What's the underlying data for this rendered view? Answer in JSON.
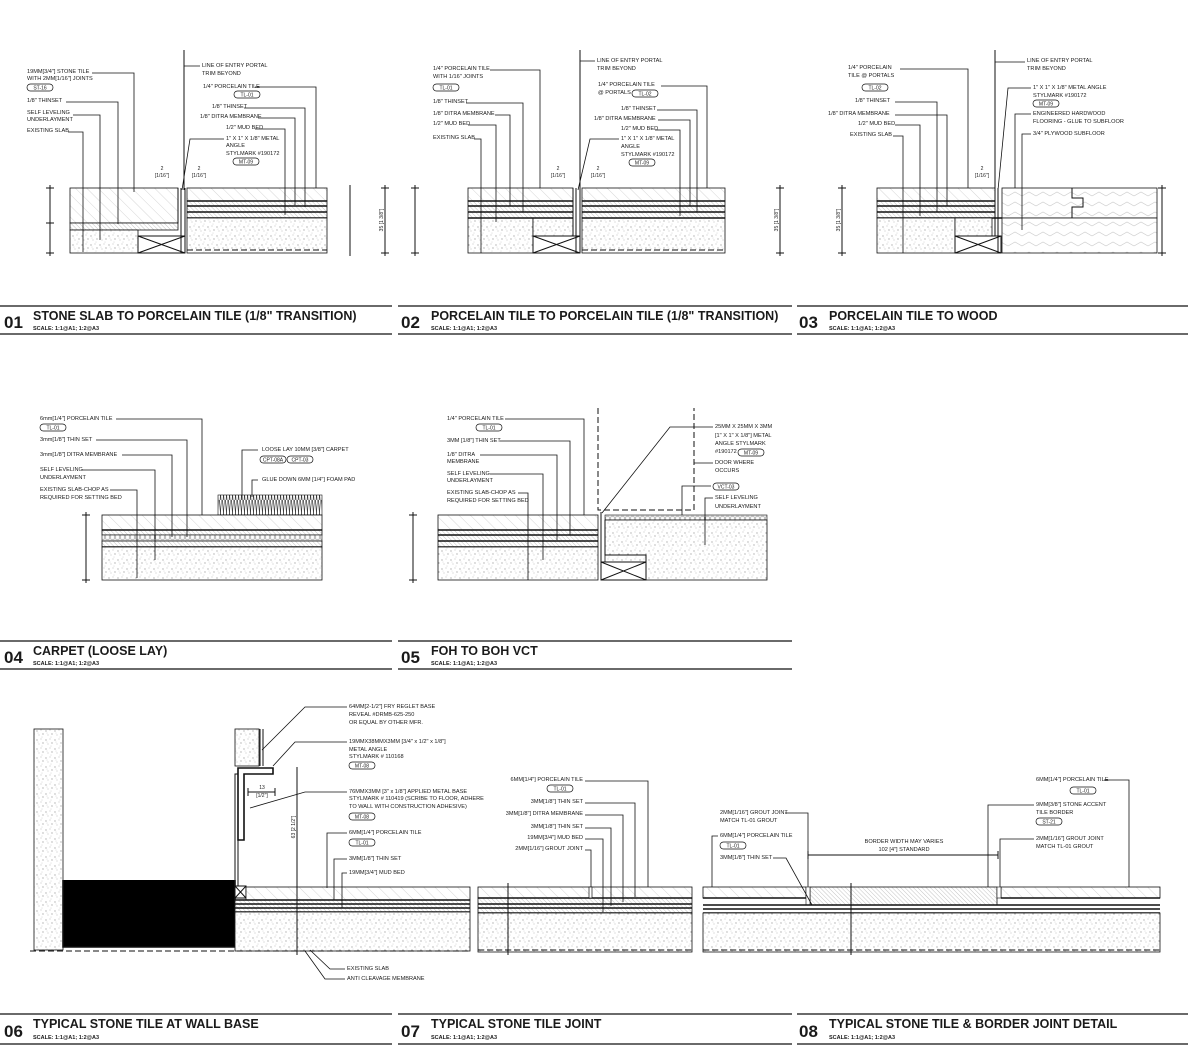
{
  "details": [
    {
      "num": "01",
      "title": "STONE SLAB TO PORCELAIN TILE (1/8\" TRANSITION)",
      "scale": "SCALE:  1:1@A1; 1:2@A3",
      "labels": [
        "19MM[3/4\"] STONE TILE",
        "WITH 2MM[1/16\"] JOINTS",
        "1/8\" THINSET",
        "SELF LEVELING",
        "UNDERLAYMENT",
        "EXISTING SLAB",
        "LINE OF ENTRY PORTAL",
        "TRIM BEYOND",
        "1/4\" PORCELAIN TILE",
        "1/8\" THINSET",
        "1/8\" DITRA MEMBRANE",
        "1/2\" MUD BED",
        "1\" X 1\" X 1/8\" METAL",
        "ANGLE",
        "STYLMARK #190172"
      ],
      "tags": [
        "ST-16",
        "TL-01",
        "MT-09"
      ],
      "dims": [
        "2",
        "[1/16\"]",
        "2",
        "[1/16\"]",
        "35 [1 3/8\"]"
      ]
    },
    {
      "num": "02",
      "title": "PORCELAIN TILE TO PORCELAIN TILE (1/8\" TRANSITION)",
      "scale": "SCALE:  1:1@A1; 1:2@A3",
      "labels": [
        "1/4\" PORCELAIN TILE",
        "WITH 1/16\" JOINTS",
        "1/8\" THINSET",
        "1/8\" DITRA MEMBRANE",
        "1/2\" MUD BED",
        "EXISTING SLAB",
        "LINE OF ENTRY PORTAL",
        "TRIM BEYOND",
        "1/4\" PORCELAIN TILE",
        "@ PORTALS",
        "1/8\" THINSET",
        "1/8\" DITRA MEMBRANE",
        "1/2\" MUD BED",
        "1\" X 1\" X 1/8\" METAL",
        "ANGLE",
        "STYLMARK #190172"
      ],
      "tags": [
        "TL-01",
        "TL-02",
        "MT-09"
      ],
      "dims": [
        "2",
        "[1/16\"]",
        "2",
        "[1/16\"]",
        "35 [1 3/8\"]"
      ]
    },
    {
      "num": "03",
      "title": "PORCELAIN TILE TO WOOD",
      "scale": "SCALE:  1:1@A1; 1:2@A3",
      "labels": [
        "1/4\" PORCELAIN",
        "TILE @ PORTALS",
        "1/8\" THINSET",
        "1/8\" DITRA MEMBRANE",
        "1/2\" MUD BED",
        "EXISTING SLAB",
        "LINE OF ENTRY PORTAL",
        "TRIM BEYOND",
        "1\" X 1\" X 1/8\" METAL ANGLE",
        "STYLMARK #190172",
        "ENGINEERED HARDWOOD",
        "FLOORING - GLUE TO SUBFLOOR",
        "3/4\" PLYWOOD SUBFLOOR"
      ],
      "tags": [
        "TL-02",
        "MT-09"
      ],
      "dims": [
        "2",
        "[1/16\"]",
        "35 [1 3/8\"]"
      ]
    },
    {
      "num": "04",
      "title": "CARPET (LOOSE LAY)",
      "scale": "SCALE:  1:1@A1; 1:2@A3",
      "labels": [
        "6mm[1/4\"] PORCELAIN TILE",
        "3mm[1/8\"] THIN SET",
        "3mm[1/8\"] DITRA MEMBRANE",
        "SELF LEVELING",
        "UNDERLAYMENT",
        "EXISTING SLAB-CHOP AS",
        "REQUIRED FOR SETTING BED",
        "LOOSE LAY 10MM [3/8\"] CARPET",
        "GLUE DOWN 6MM [1/4\"] FOAM PAD"
      ],
      "tags": [
        "TL-01",
        "CPT-08A",
        "CPT-03"
      ],
      "dims": []
    },
    {
      "num": "05",
      "title": "FOH TO BOH VCT",
      "scale": "SCALE:  1:1@A1; 1:2@A3",
      "labels": [
        "1/4\" PORCELAIN TILE",
        "3MM [1/8\"] THIN SET",
        "1/8\" DITRA",
        "MEMBRANE",
        "SELF LEVELING",
        "UNDERLAYMENT",
        "EXISTING SLAB-CHOP AS",
        "REQUIRED FOR SETTING BED",
        "25MM X 25MM X 3MM",
        "[1\" X 1\" X 1/8\"] METAL",
        "ANGLE STYLMARK",
        "#190172",
        "DOOR WHERE",
        "OCCURS",
        "SELF LEVELING",
        "UNDERLAYMENT"
      ],
      "tags": [
        "TL-01",
        "MT-09",
        "VCT-03"
      ],
      "dims": []
    },
    {
      "num": "06",
      "title": "TYPICAL STONE TILE AT WALL BASE",
      "scale": "SCALE:  1:1@A1; 1:2@A3",
      "labels": [
        "64MM[2-1/2\"] FRY REGLET BASE",
        "REVEAL #DRMB-625-250",
        "OR EQUAL BY OTHER MFR.",
        "19MMX38MMX3MM [3/4\" x 1/2\" x 1/8\"]",
        "METAL ANGLE",
        "STYLMARK # 110168",
        "76MMX3MM [3\" x 1/8\"] APPLIED METAL BASE",
        "STYLMARK # 110419 (SCRIBE TO FLOOR, ADHERE",
        "TO WALL WITH CONSTRUCTION ADHESIVE)",
        "6MM[1/4\"] PORCELAIN TILE",
        "3MM[1/8\"] THIN SET",
        "19MM[3/4\"] MUD BED",
        "EXISTING SLAB",
        "ANTI CLEAVAGE MEMBRANE"
      ],
      "tags": [
        "MT-08",
        "MT-08",
        "TL-01"
      ],
      "dims": [
        "13",
        "[1/2\"]",
        "63 [2 1/2\"]"
      ]
    },
    {
      "num": "07",
      "title": "TYPICAL STONE TILE JOINT",
      "scale": "SCALE:  1:1@A1; 1:2@A3",
      "labels": [
        "6MM[1/4\"] PORCELAIN TILE",
        "3MM[1/8\"] THIN SET",
        "3MM[1/8\"] DITRA MEMBRANE",
        "3MM[1/8\"] THIN SET",
        "19MM[3/4\"] MUD BED",
        "2MM[1/16\"] GROUT JOINT"
      ],
      "tags": [
        "TL-01"
      ],
      "dims": []
    },
    {
      "num": "08",
      "title": "TYPICAL STONE TILE & BORDER JOINT DETAIL",
      "scale": "SCALE:  1:1@A1; 1:2@A3",
      "labels": [
        "6MM[1/4\"] PORCELAIN TILE",
        "9MM[3/8\"] STONE ACCENT",
        "TILE BORDER",
        "2MM[1/16\"] GROUT JOINT",
        "MATCH TL-01 GROUT",
        "2MM[1/16\"] GROUT JOINT",
        "MATCH TL-01 GROUT",
        "6MM[1/4\"] PORCELAIN TILE",
        "3MM[1/8\"] THIN SET",
        "BORDER WIDTH MAY VARIES",
        "102 [4\"] STANDARD"
      ],
      "tags": [
        "TL-01",
        "ST-21",
        "TL-01"
      ],
      "dims": []
    }
  ]
}
